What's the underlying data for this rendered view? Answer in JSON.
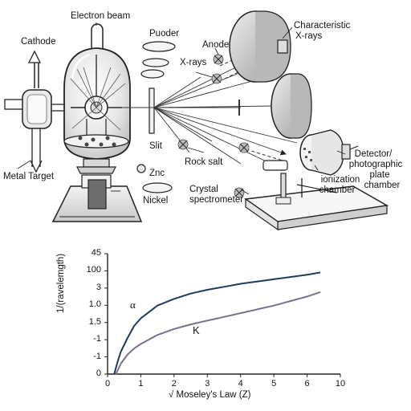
{
  "labels": {
    "electron_beam": "Electron beam",
    "cathode": "Cathode",
    "metal_target": "Metal Target",
    "puoder": "Puoder",
    "anode": "Anode",
    "xrays": "X-rays",
    "characteristic_line1": "Characteristic",
    "characteristic_line2": "X-rays",
    "slit": "Slit",
    "znc": "Znc",
    "nickel": "Nickel",
    "rock_salt": "Rock salt",
    "crystal_spectrometer_line1": "Crystal",
    "crystal_spectrometer_line2": "spectrometer",
    "detector_line1": "Detector/",
    "detector_line2": "photographic",
    "detector_line3": "plate",
    "detector_line4": "chamber",
    "ionization_line1": "ionization",
    "ionization_line2": "chamber"
  },
  "chart_data": {
    "type": "line",
    "xlabel": "√ Moseley's Law (Z)",
    "ylabel": "1/(ravelemgth)",
    "x_ticks": [
      "0",
      "1",
      "2",
      "3",
      "4",
      "5",
      "6",
      "10"
    ],
    "y_ticks": [
      "45",
      "100",
      "3",
      "1.0",
      "1.5",
      "-1",
      "-1",
      "0"
    ],
    "series": [
      {
        "name": "α",
        "color": "#1f3a60",
        "x": [
          0.2,
          0.3,
          0.4,
          0.6,
          0.8,
          1.0,
          1.5,
          2.0,
          2.5,
          3.0,
          3.5,
          4.0,
          5.0,
          6.0,
          6.4
        ],
        "y": [
          0.0,
          0.8,
          1.5,
          2.4,
          3.2,
          3.7,
          4.55,
          5.0,
          5.35,
          5.6,
          5.8,
          6.0,
          6.3,
          6.6,
          6.75
        ]
      },
      {
        "name": "K",
        "color": "#7b708b",
        "x": [
          0.25,
          0.4,
          0.6,
          0.8,
          1.0,
          1.5,
          2.0,
          2.5,
          3.0,
          3.5,
          4.0,
          5.0,
          6.0,
          6.4
        ],
        "y": [
          0.0,
          0.7,
          1.3,
          1.7,
          2.0,
          2.6,
          3.0,
          3.3,
          3.55,
          3.8,
          4.05,
          4.55,
          5.15,
          5.45
        ]
      }
    ],
    "xlim": [
      0,
      7
    ],
    "ylim": [
      0,
      8
    ],
    "grid": false
  }
}
